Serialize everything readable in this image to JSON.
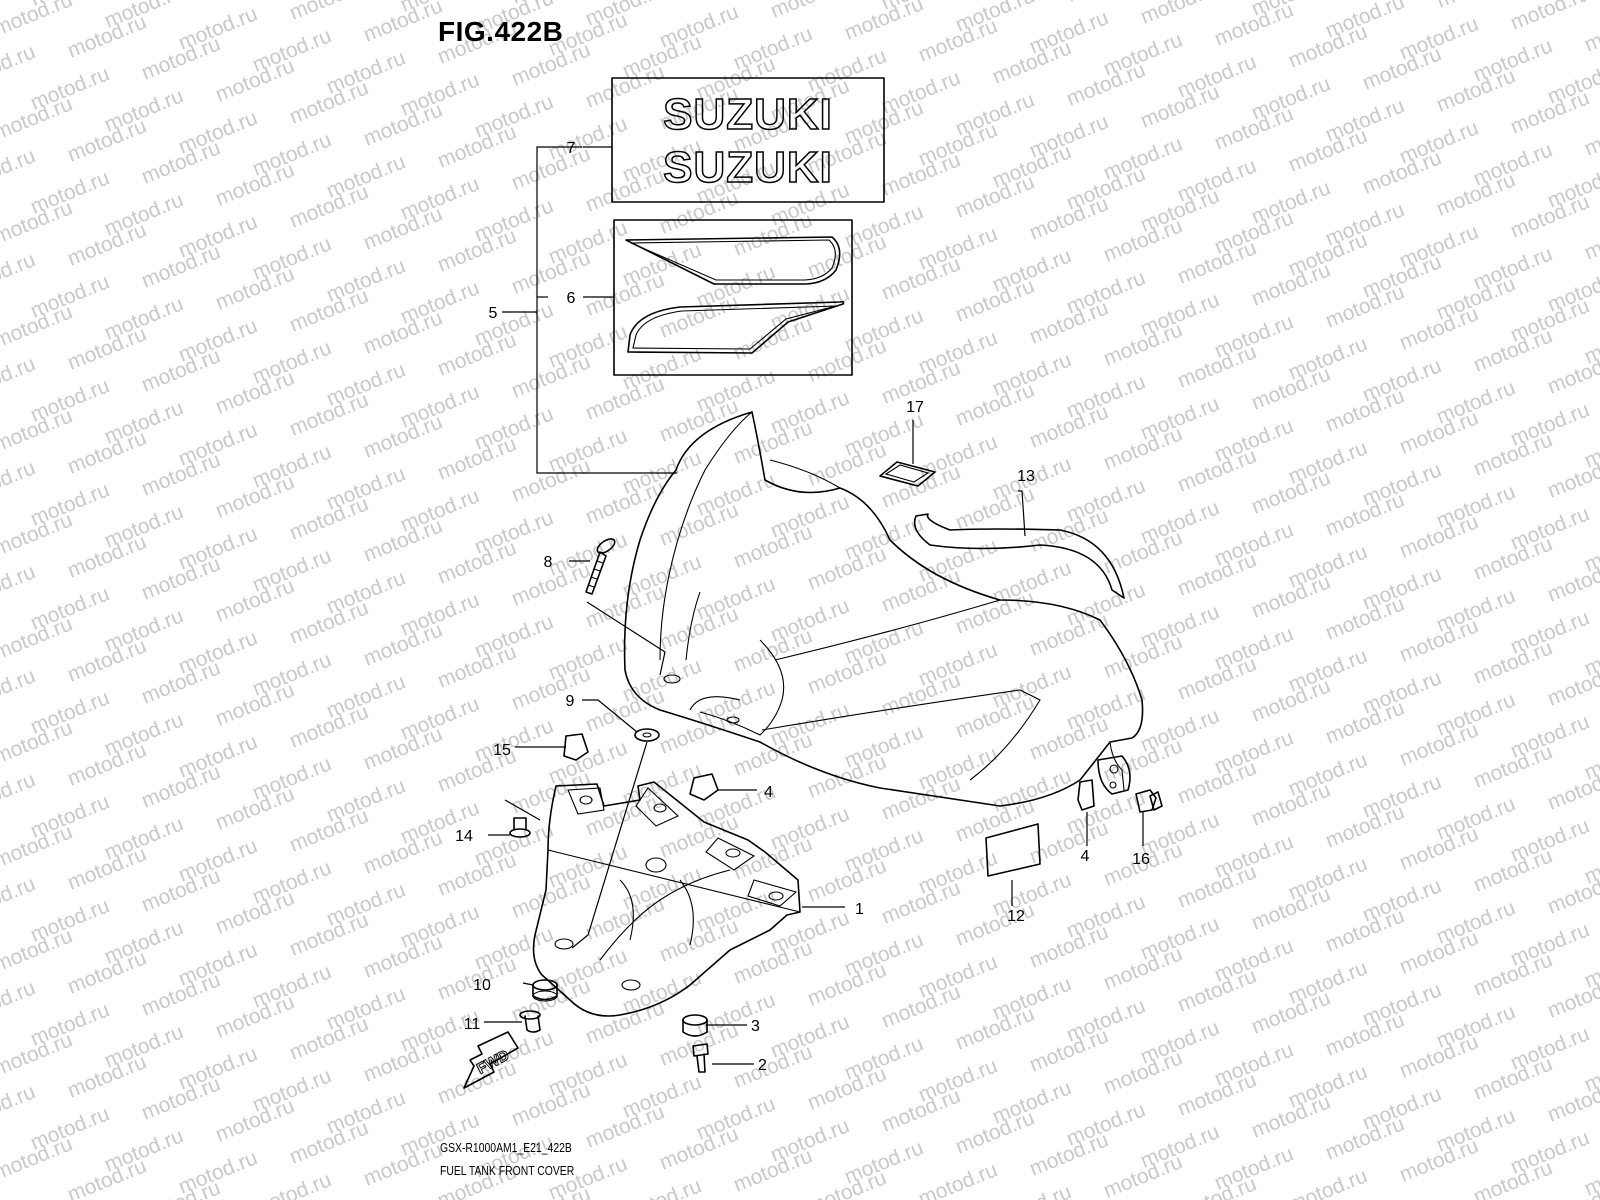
{
  "figure": {
    "title": "FIG.422B",
    "code": "GSX-R1000AM1_E21_422B",
    "description": "FUEL TANK FRONT COVER"
  },
  "decal_text": "SUZUKI",
  "fwd_label": "FWD",
  "watermark": "motod.ru",
  "callouts": {
    "c1": "1",
    "c2": "2",
    "c3": "3",
    "c4a": "4",
    "c4b": "4",
    "c5": "5",
    "c6": "6",
    "c7": "7",
    "c8": "8",
    "c9": "9",
    "c10": "10",
    "c11": "11",
    "c12": "12",
    "c13": "13",
    "c14": "14",
    "c15": "15",
    "c16": "16",
    "c17": "17"
  },
  "colors": {
    "line": "#000000",
    "watermark": "#c9c9c9",
    "background": "#ffffff"
  }
}
